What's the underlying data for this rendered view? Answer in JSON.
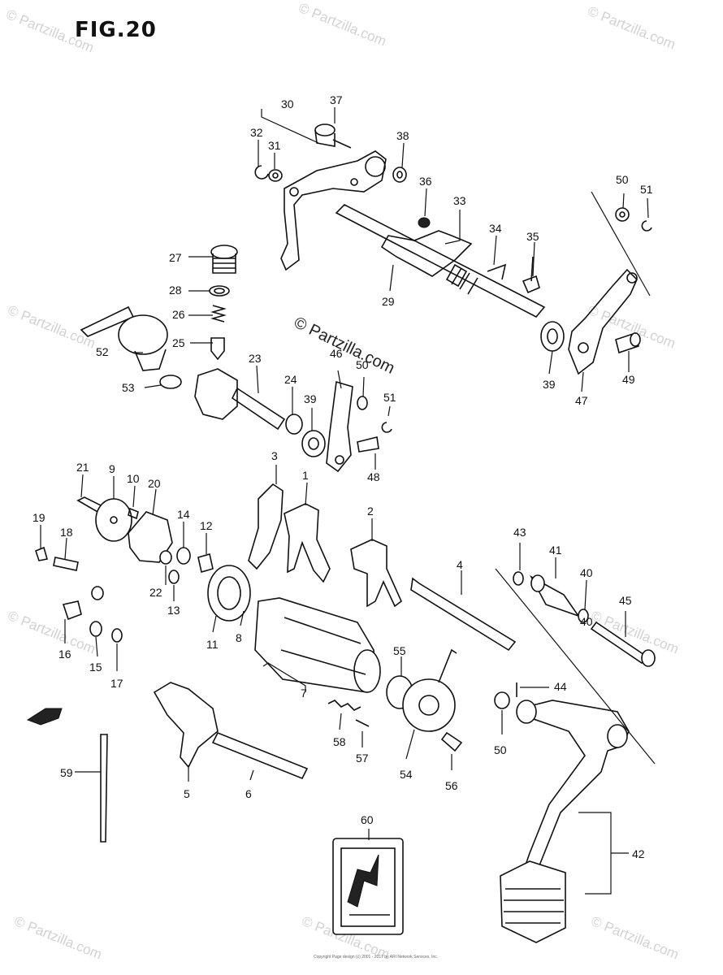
{
  "figure_title": "FIG.20",
  "center_watermark": "© Partzilla.com",
  "watermark_text": "© Partzilla.com",
  "copyright_line": "Page design (c) 2001 - 2017 by ARI Network Services, Inc.",
  "copyright_small": "Copyright",
  "callouts": [
    "30",
    "37",
    "32",
    "31",
    "38",
    "36",
    "33",
    "34",
    "35",
    "50",
    "51",
    "27",
    "28",
    "26",
    "25",
    "52",
    "53",
    "29",
    "39",
    "47",
    "49",
    "23",
    "24",
    "39",
    "46",
    "50",
    "51",
    "48",
    "21",
    "9",
    "10",
    "20",
    "3",
    "1",
    "2",
    "4",
    "19",
    "18",
    "14",
    "12",
    "22",
    "13",
    "11",
    "8",
    "16",
    "15",
    "17",
    "7",
    "55",
    "54",
    "56",
    "57",
    "58",
    "43",
    "41",
    "40",
    "40",
    "45",
    "44",
    "50",
    "5",
    "6",
    "59",
    "60",
    "42"
  ]
}
